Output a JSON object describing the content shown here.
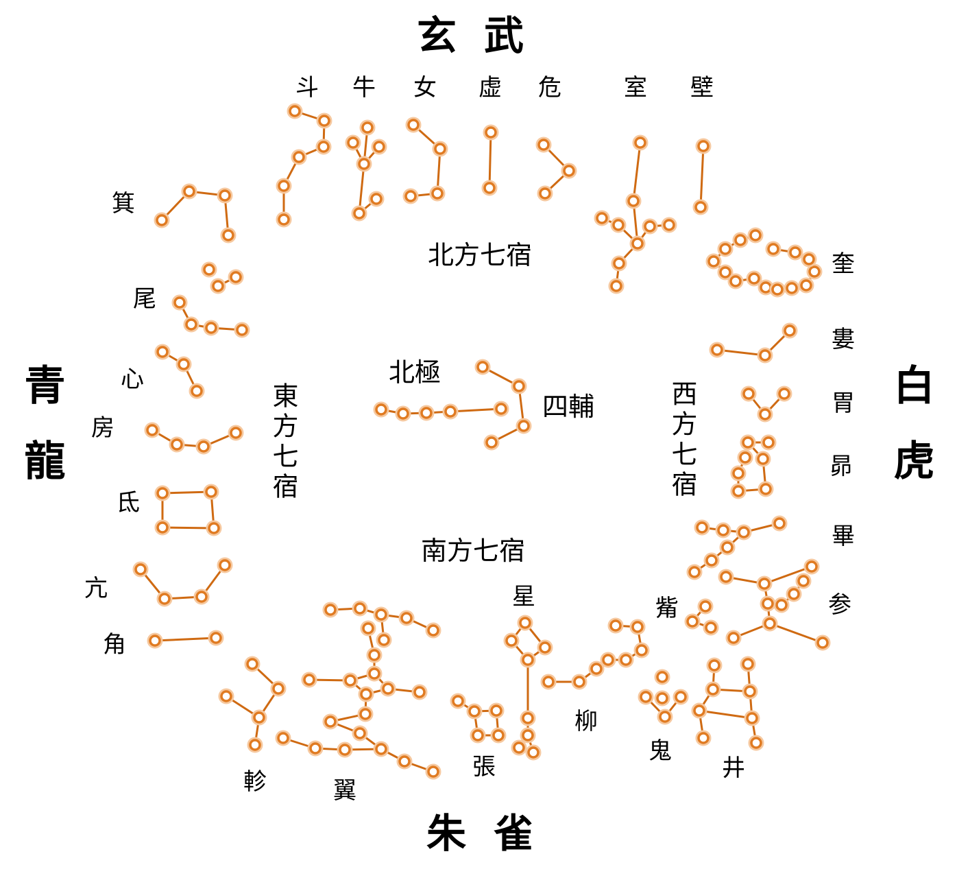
{
  "colors": {
    "star": "#e07b22",
    "line": "#cf6a12",
    "text": "#000000",
    "background": "#ffffff"
  },
  "guardians": {
    "north": "玄武",
    "east": "青龍",
    "west": "白虎",
    "south": "朱雀"
  },
  "groups": {
    "north": "北方七宿",
    "east": "東方七宿",
    "west": "西方七宿",
    "south": "南方七宿"
  },
  "center": {
    "pole": "北極",
    "four_assistants": "四輔"
  },
  "mansions": {
    "north": [
      "斗",
      "牛",
      "女",
      "虚",
      "危",
      "室",
      "壁"
    ],
    "east": [
      "角",
      "亢",
      "氐",
      "房",
      "心",
      "尾",
      "箕"
    ],
    "west": [
      "奎",
      "婁",
      "胃",
      "昴",
      "畢",
      "觜",
      "参"
    ],
    "south": [
      "井",
      "鬼",
      "柳",
      "星",
      "張",
      "翼",
      "軫"
    ]
  }
}
